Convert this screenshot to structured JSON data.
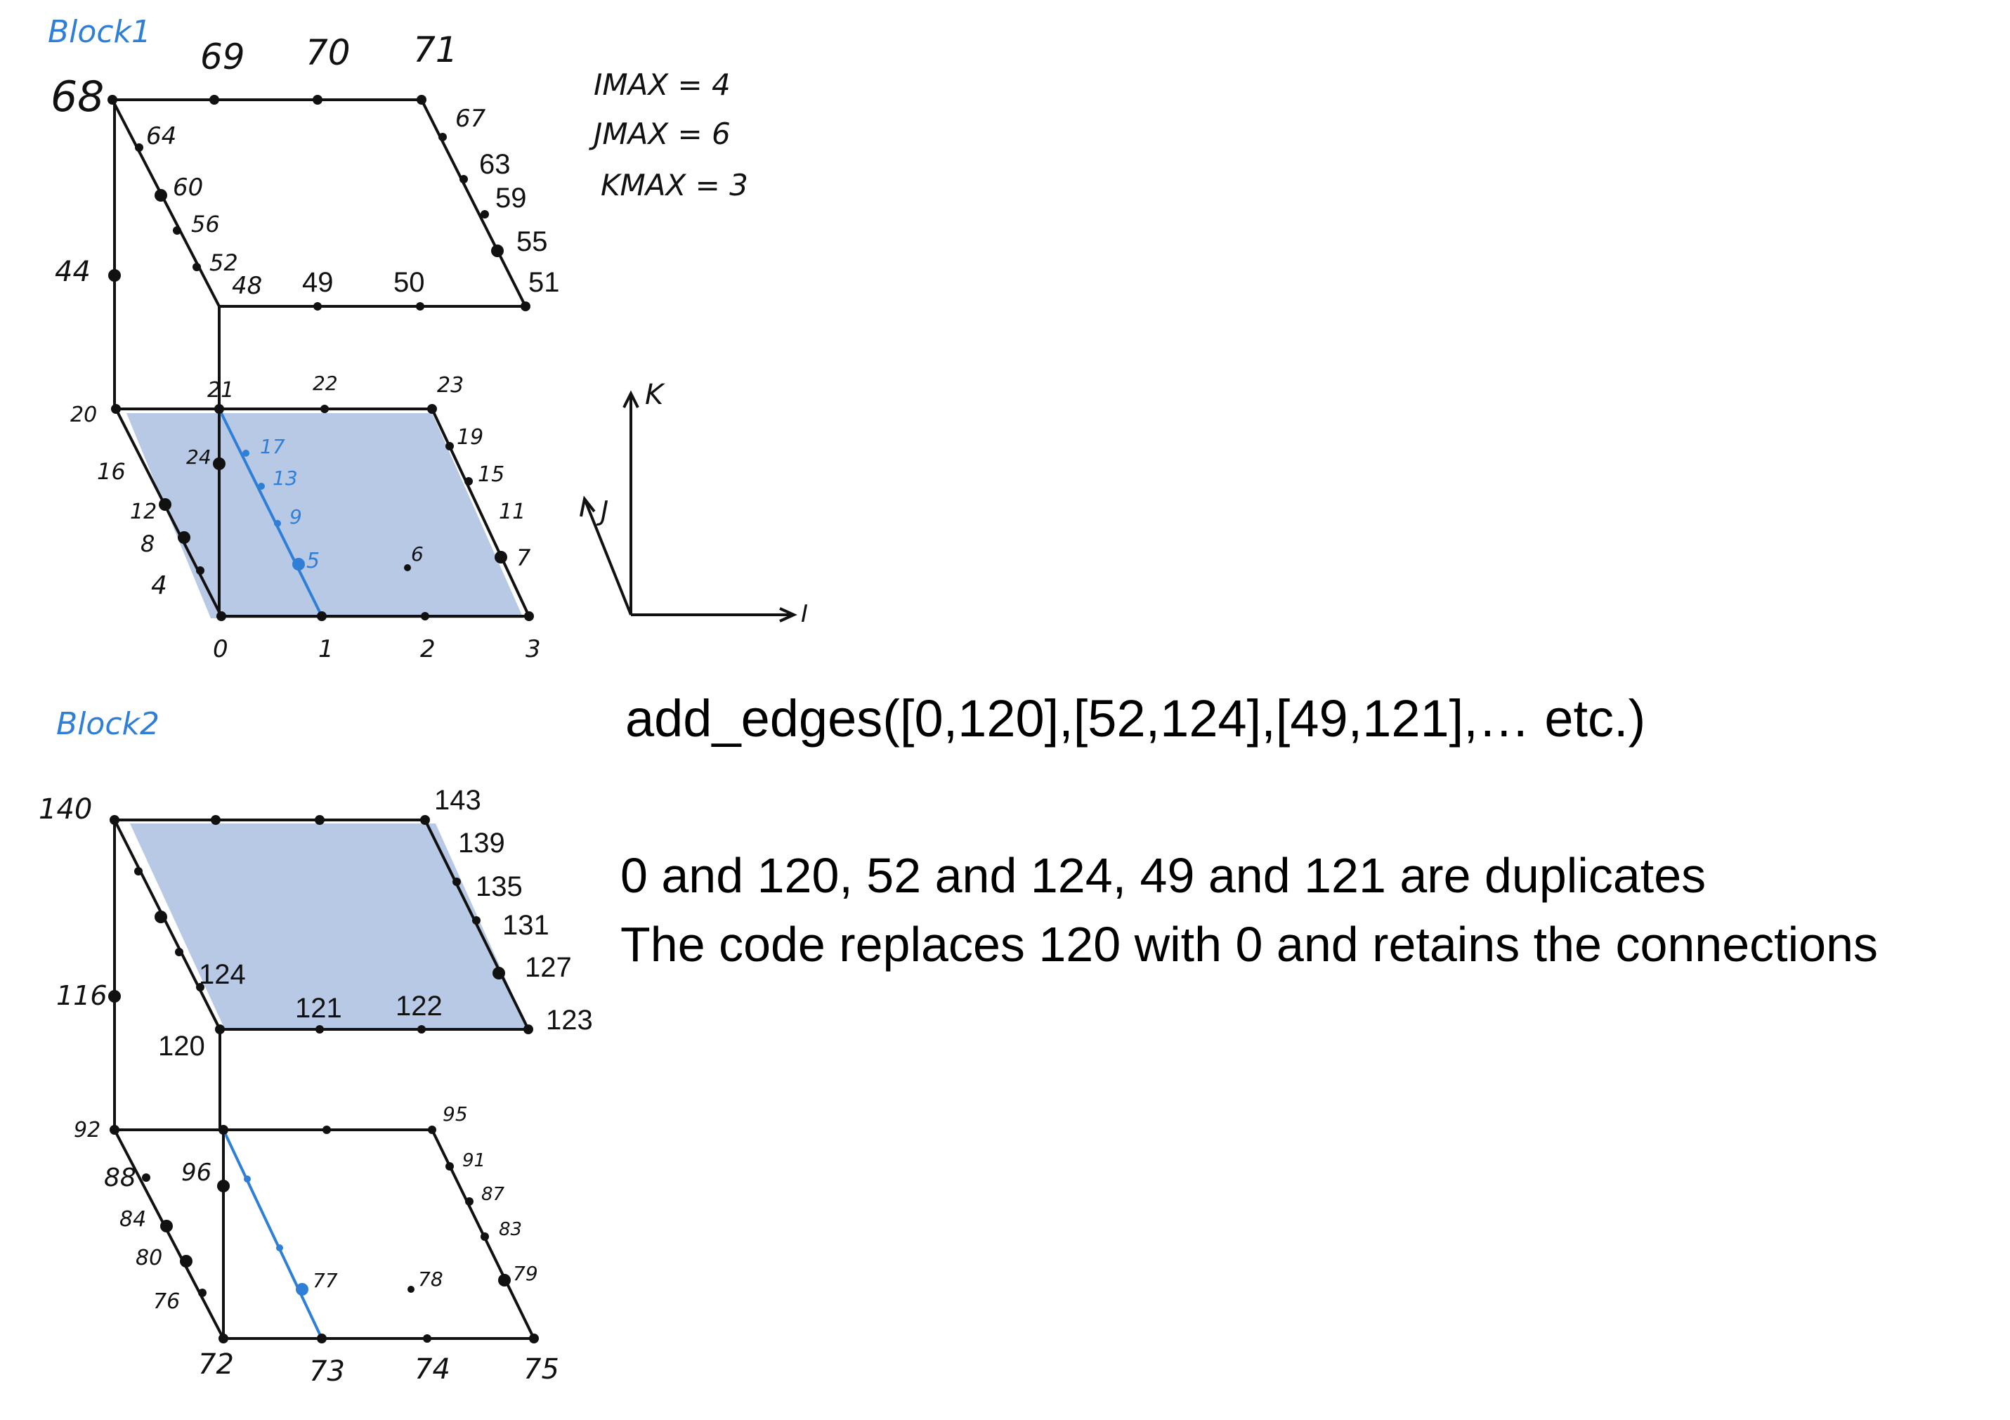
{
  "colors": {
    "ink": "#111111",
    "blue_ink": "#2f7fd6",
    "face_fill": "#b8c9e6"
  },
  "block1": {
    "title": "Block1",
    "top_corners": [
      "68",
      "69",
      "70",
      "71"
    ],
    "top_right_edge": [
      "67",
      "63",
      "59",
      "55",
      "51"
    ],
    "top_left_edge": [
      "64",
      "60",
      "56",
      "52",
      "48"
    ],
    "top_front": [
      "49",
      "50"
    ],
    "left_mid": "44",
    "bottom_back": [
      "20",
      "21",
      "22",
      "23"
    ],
    "bottom_left_edge": [
      "16",
      "12",
      "8",
      "4"
    ],
    "bottom_right_edge": [
      "19",
      "15",
      "11",
      "7"
    ],
    "inner_line": [
      "17",
      "13",
      "9",
      "5"
    ],
    "inner_extra": [
      "24",
      "6"
    ],
    "bottom_front": [
      "0",
      "1",
      "2",
      "3"
    ]
  },
  "block2": {
    "title": "Block2",
    "top_corner_left": "140",
    "top_right_edge": [
      "143",
      "139",
      "135",
      "131",
      "127",
      "123"
    ],
    "top_left_inner": "124",
    "top_front": [
      "121",
      "122"
    ],
    "front_left": "120",
    "left_mid": "116",
    "bottom_back": [
      "92",
      "95"
    ],
    "bottom_left_edge": [
      "88",
      "84",
      "80",
      "76"
    ],
    "bottom_right_edge": [
      "91",
      "87",
      "83",
      "79"
    ],
    "inner": [
      "96",
      "77",
      "78"
    ],
    "bottom_front": [
      "72",
      "73",
      "74",
      "75"
    ]
  },
  "dims": {
    "imax": "IMAX = 4",
    "jmax": "JMAX = 6",
    "kmax": "KMAX = 3"
  },
  "axes": {
    "k": "K",
    "j": "J",
    "i": "I"
  },
  "text": {
    "code_line": "add_edges([0,120],[52,124],[49,121],… etc.)",
    "dup_line": "0 and 120, 52 and 124, 49 and 121 are duplicates",
    "replace_line": "The code replaces 120 with 0 and retains the connections"
  }
}
